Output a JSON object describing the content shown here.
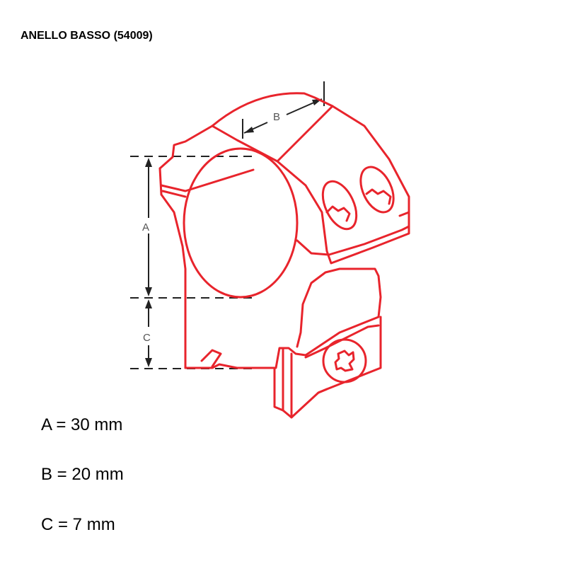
{
  "title": "ANELLO BASSO (54009)",
  "diagram": {
    "label_a": "A",
    "label_b": "B",
    "label_c": "C"
  },
  "dimensions": [
    {
      "text": "A = 30 mm"
    },
    {
      "text": "B = 20 mm"
    },
    {
      "text": "C = 7 mm"
    }
  ],
  "colors": {
    "outline": "#e8242c",
    "dimension_lines": "#222222"
  }
}
